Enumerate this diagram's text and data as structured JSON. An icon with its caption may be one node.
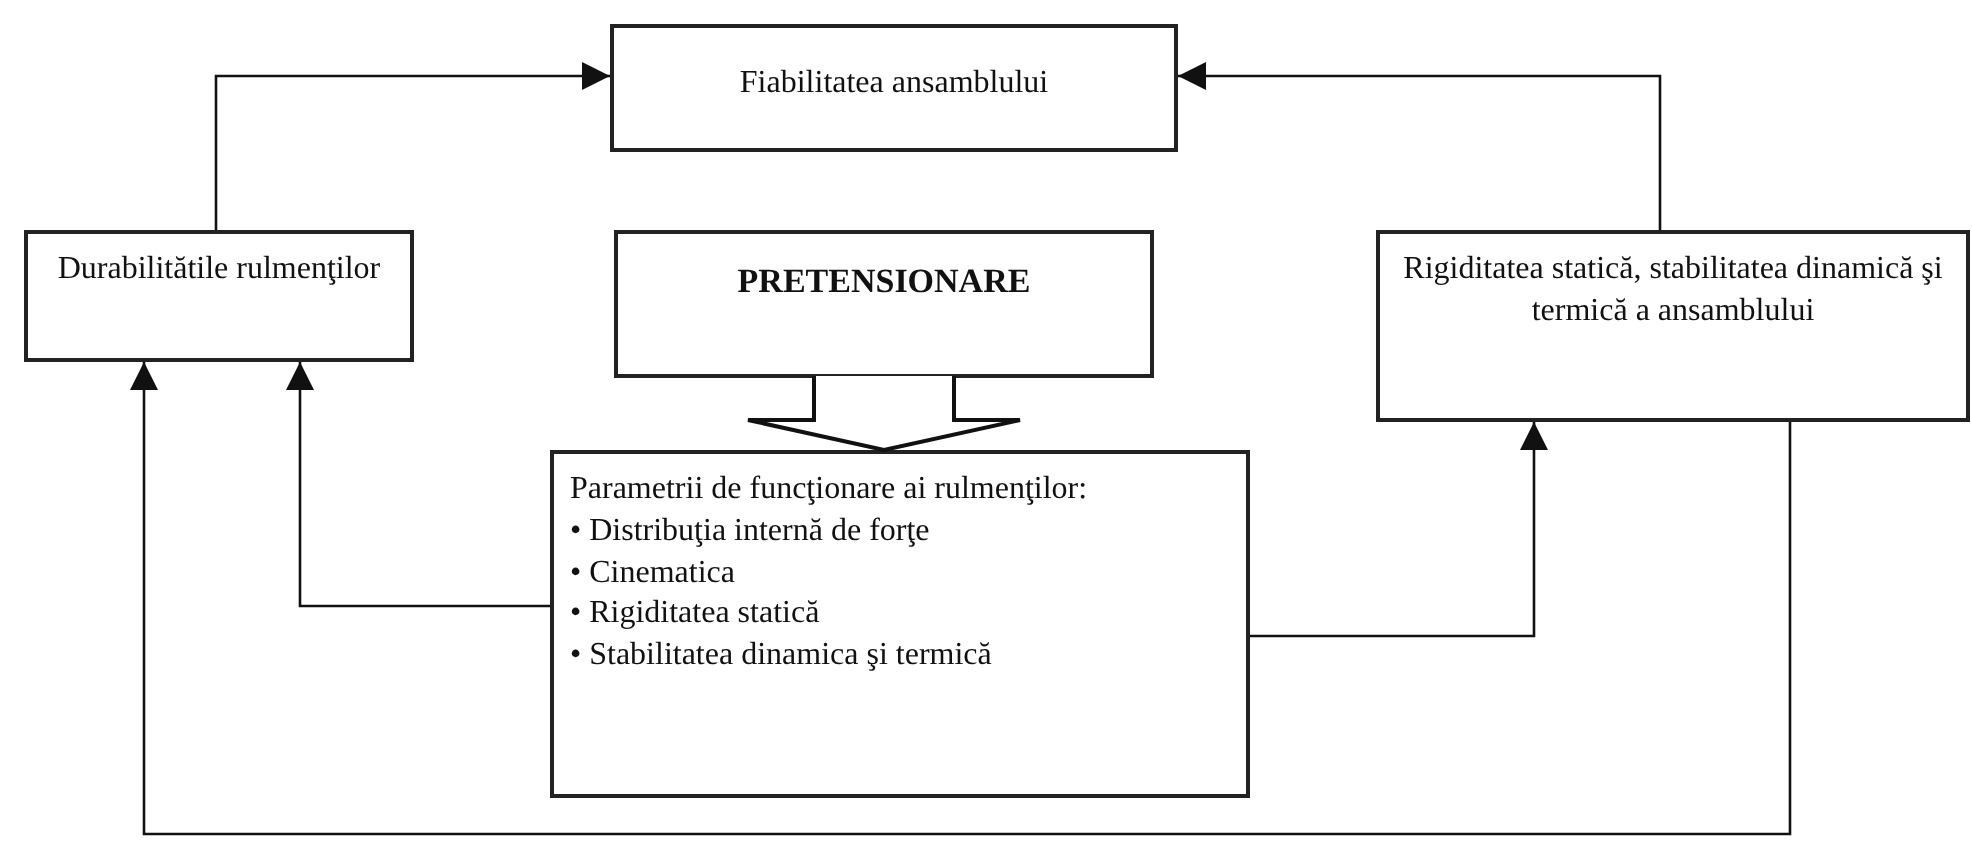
{
  "diagram": {
    "nodes": [
      {
        "text": [
          "Fiabilitatea ansamblului"
        ]
      },
      {
        "text": [
          "Durabilitătile rulmenţilor"
        ]
      },
      {
        "text": [
          "PRETENSIONARE"
        ]
      },
      {
        "text": [
          "Parametrii de funcţionare ai rulmenţilor:",
          "• Distribuţia internă de forţe",
          "• Cinematica",
          "• Rigiditatea statică",
          "• Stabilitatea dinamica şi termică"
        ]
      },
      {
        "text": [
          "Rigiditatea statică, stabilitatea dinamică şi termică a ansamblului"
        ]
      }
    ],
    "edges": [
      {
        "from": 1,
        "to": 0,
        "arrow": "to"
      },
      {
        "from": 4,
        "to": 0,
        "arrow": "to"
      },
      {
        "from": 2,
        "to": 3,
        "arrow": "to",
        "style": "thick"
      },
      {
        "from": 3,
        "to": 1,
        "arrow": "to"
      },
      {
        "from": 3,
        "to": 4,
        "arrow": "to"
      },
      {
        "from": 4,
        "to": 1,
        "arrow": "to"
      }
    ]
  }
}
